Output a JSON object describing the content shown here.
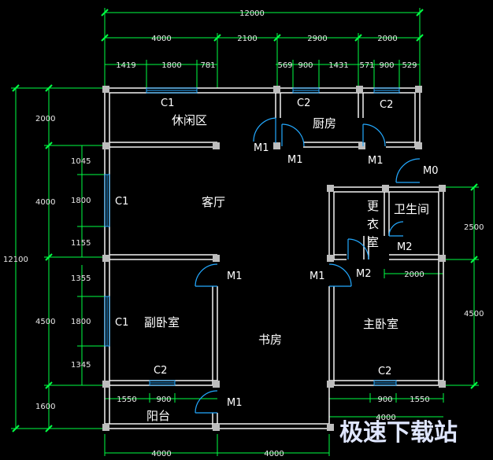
{
  "colors": {
    "dimension": "#00ff44",
    "wall": "#f2f2f2",
    "door_arc": "#23a9ff",
    "pillar": "#bdbdbd",
    "background": "#000000"
  },
  "dims": {
    "total_top": "12000",
    "top_4000": "4000",
    "top_2100": "2100",
    "top_2900": "2900",
    "top_2000": "2000",
    "top_1419": "1419",
    "top_1800": "1800",
    "top_781": "781",
    "top_569": "569",
    "top_900a": "900",
    "top_1431": "1431",
    "top_571": "571",
    "top_900b": "900",
    "top_529": "529",
    "left_total": "12100",
    "left_2000": "2000",
    "left_4000": "4000",
    "left_4500": "4500",
    "left_1600": "1600",
    "left_1045": "1045",
    "left_1800a": "1800",
    "left_1155": "1155",
    "left_1355": "1355",
    "left_1800b": "1800",
    "left_1345": "1345",
    "right_2500": "2500",
    "right_4500": "4500",
    "right_2000": "2000",
    "bottom_1550a": "1550",
    "bottom_900a": "900",
    "bottom_900b": "900",
    "bottom_1550b": "1550",
    "bottom_4000_mid": "4000",
    "bottom_4000_left": "4000",
    "bottom_4000_right": "4000"
  },
  "rooms": {
    "leisure": "休闲区",
    "kitchen": "厨房",
    "living": "客厅",
    "bathroom": "卫生间",
    "dressing": [
      "更",
      "衣",
      "室"
    ],
    "second_bedroom": "副卧室",
    "study": "书房",
    "master_bedroom": "主卧室",
    "balcony": "阳台"
  },
  "tags": {
    "c1_top": "C1",
    "c2_kitchen": "C2",
    "c2_right": "C2",
    "c1_left_upper": "C1",
    "c1_left_lower": "C1",
    "c2_balcony": "C2",
    "c2_master": "C2",
    "m1_a": "M1",
    "m1_b": "M1",
    "m1_c": "M1",
    "m0": "M0",
    "m1_d": "M1",
    "m1_e": "M1",
    "m1_f": "M1",
    "m2_a": "M2",
    "m2_b": "M2"
  },
  "watermark": "极速下载站"
}
